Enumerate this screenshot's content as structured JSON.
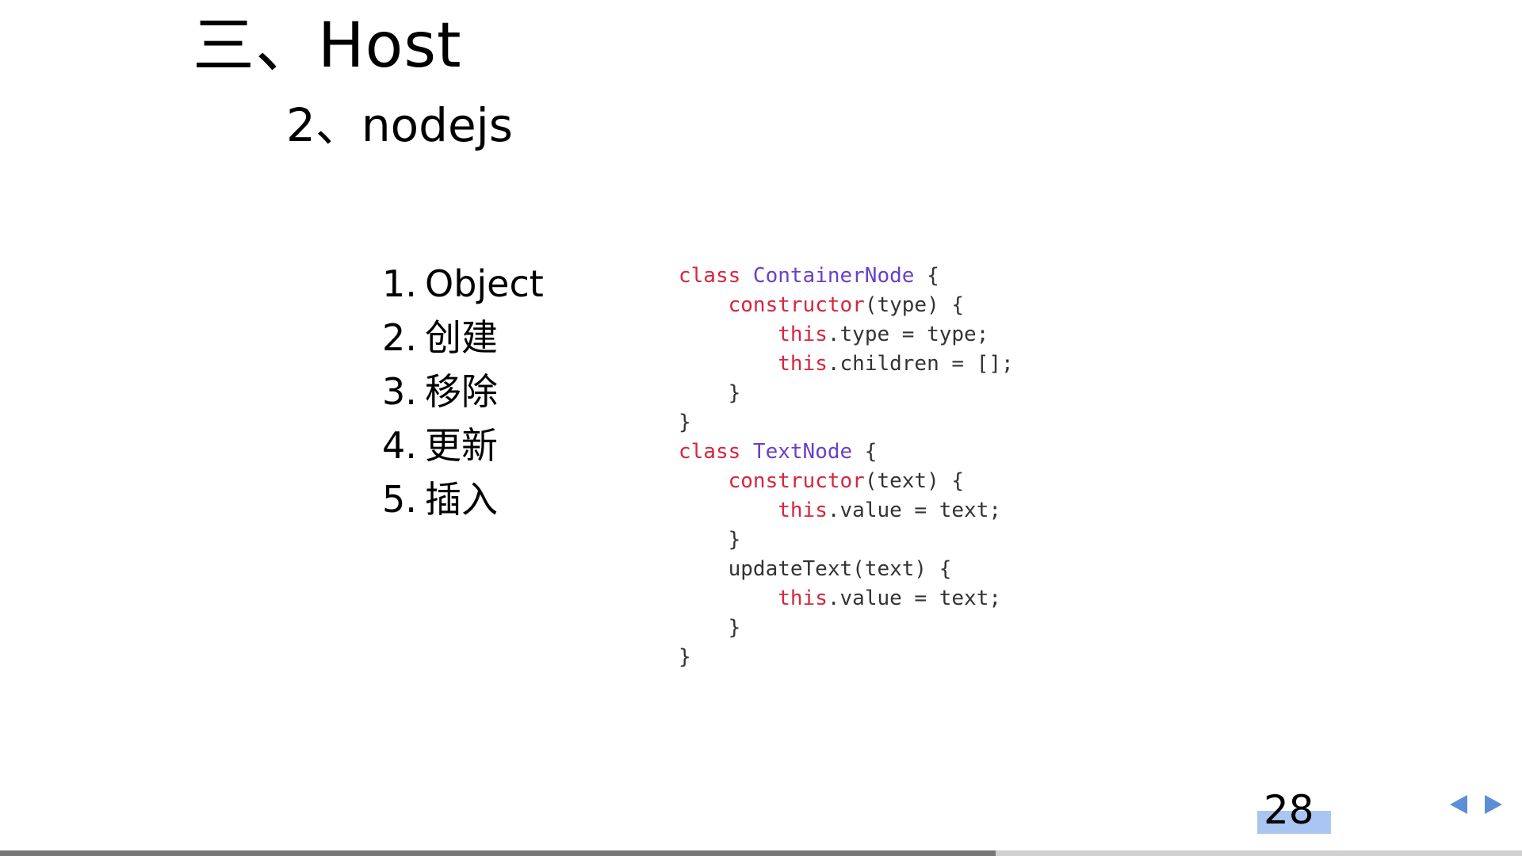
{
  "slide": {
    "title": "三、Host",
    "subtitle": "2、nodejs",
    "list": [
      {
        "num": "1.",
        "text": "Object"
      },
      {
        "num": "2.",
        "text": "创建"
      },
      {
        "num": "3.",
        "text": "移除"
      },
      {
        "num": "4.",
        "text": "更新"
      },
      {
        "num": "5.",
        "text": "插入"
      }
    ],
    "code": [
      [
        {
          "t": "class ",
          "c": "kw"
        },
        {
          "t": "ContainerNode",
          "c": "cls"
        },
        {
          "t": " {",
          "c": ""
        }
      ],
      [
        {
          "t": "    ",
          "c": ""
        },
        {
          "t": "constructor",
          "c": "fn"
        },
        {
          "t": "(type) {",
          "c": ""
        }
      ],
      [
        {
          "t": "        ",
          "c": ""
        },
        {
          "t": "this",
          "c": "kw"
        },
        {
          "t": ".type = type;",
          "c": ""
        }
      ],
      [
        {
          "t": "        ",
          "c": ""
        },
        {
          "t": "this",
          "c": "kw"
        },
        {
          "t": ".children = [];",
          "c": ""
        }
      ],
      [
        {
          "t": "    }",
          "c": ""
        }
      ],
      [
        {
          "t": "}",
          "c": ""
        }
      ],
      [
        {
          "t": "class ",
          "c": "kw"
        },
        {
          "t": "TextNode",
          "c": "cls"
        },
        {
          "t": " {",
          "c": ""
        }
      ],
      [
        {
          "t": "    ",
          "c": ""
        },
        {
          "t": "constructor",
          "c": "fn"
        },
        {
          "t": "(text) {",
          "c": ""
        }
      ],
      [
        {
          "t": "        ",
          "c": ""
        },
        {
          "t": "this",
          "c": "kw"
        },
        {
          "t": ".value = text;",
          "c": ""
        }
      ],
      [
        {
          "t": "    }",
          "c": ""
        }
      ],
      [
        {
          "t": "    updateText(text) {",
          "c": ""
        }
      ],
      [
        {
          "t": "        ",
          "c": ""
        },
        {
          "t": "this",
          "c": "kw"
        },
        {
          "t": ".value = text;",
          "c": ""
        }
      ],
      [
        {
          "t": "    }",
          "c": ""
        }
      ],
      [
        {
          "t": "}",
          "c": ""
        }
      ]
    ]
  },
  "footer": {
    "page_number": "28",
    "prev_icon": "triangle-left-icon",
    "next_icon": "triangle-right-icon",
    "progress": 0.654
  },
  "colors": {
    "keyword": "#d7263d",
    "class_name": "#6b3fc8",
    "code_text": "#333333",
    "page_highlight": "#a9c5f2",
    "nav_arrow": "#5a8fd8"
  }
}
